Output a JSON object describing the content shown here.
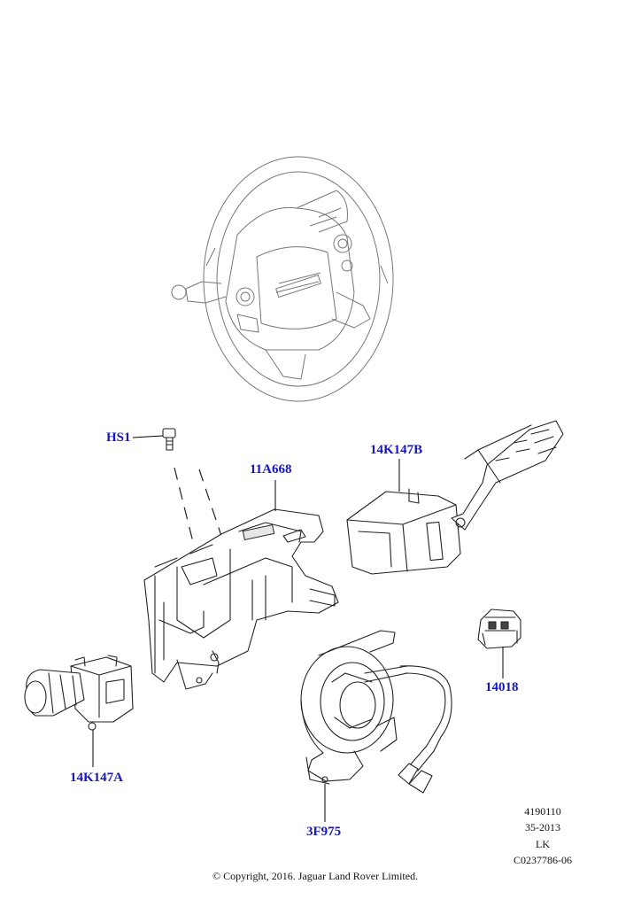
{
  "labels": {
    "hs1": "HS1",
    "shroud": "11A668",
    "wiper_switch": "14K147B",
    "horn_switch": "14018",
    "clockspring": "3F975",
    "indicator_switch": "14K147A"
  },
  "info_block": {
    "line1": "4190110",
    "line2": "35-2013",
    "line3": "LK",
    "line4": "C0237786-06"
  },
  "copyright": "© Copyright, 2016. Jaguar Land Rover Limited.",
  "colors": {
    "label": "#1515c8",
    "line": "#222222"
  }
}
